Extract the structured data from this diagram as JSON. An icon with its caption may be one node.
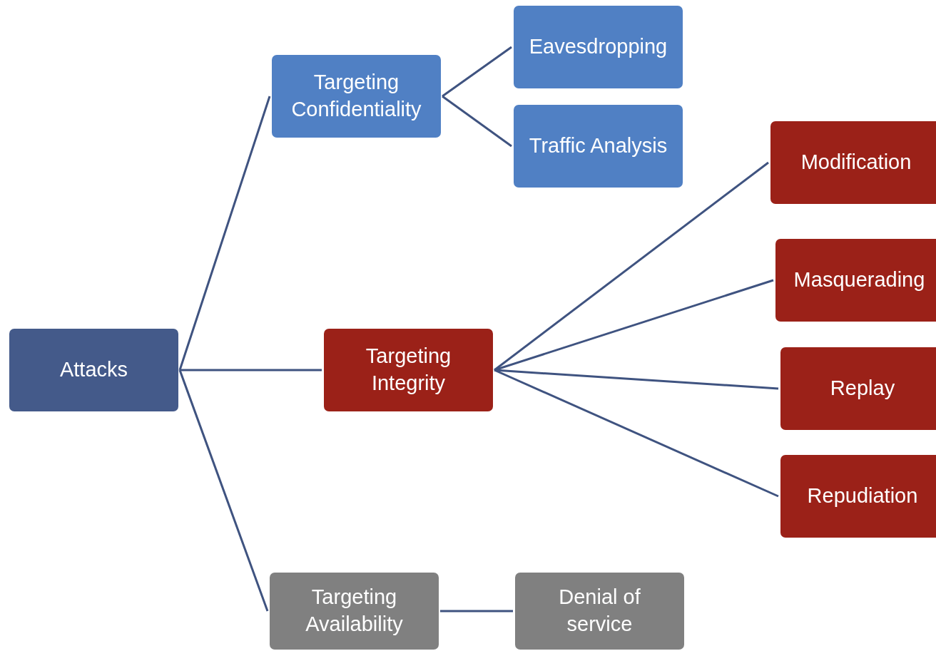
{
  "diagram": {
    "nodes": [
      {
        "text": [
          "Attacks"
        ]
      },
      {
        "text": [
          "Targeting Confidentiality"
        ]
      },
      {
        "text": [
          "Eavesdropping"
        ]
      },
      {
        "text": [
          "Traffic Analysis"
        ]
      },
      {
        "text": [
          "Targeting Integrity"
        ]
      },
      {
        "text": [
          "Modification"
        ]
      },
      {
        "text": [
          "Masquerading"
        ]
      },
      {
        "text": [
          "Replay"
        ]
      },
      {
        "text": [
          "Repudiation"
        ]
      },
      {
        "text": [
          "Targeting Availability"
        ]
      },
      {
        "text": [
          "Denial of service"
        ]
      }
    ],
    "edges": [
      {
        "from": 0,
        "to": 1,
        "arrow": "none"
      },
      {
        "from": 0,
        "to": 4,
        "arrow": "none"
      },
      {
        "from": 0,
        "to": 9,
        "arrow": "none"
      },
      {
        "from": 1,
        "to": 2,
        "arrow": "none"
      },
      {
        "from": 1,
        "to": 3,
        "arrow": "none"
      },
      {
        "from": 4,
        "to": 5,
        "arrow": "none"
      },
      {
        "from": 4,
        "to": 6,
        "arrow": "none"
      },
      {
        "from": 4,
        "to": 7,
        "arrow": "none"
      },
      {
        "from": 4,
        "to": 8,
        "arrow": "none"
      },
      {
        "from": 9,
        "to": 10,
        "arrow": "none"
      }
    ]
  }
}
